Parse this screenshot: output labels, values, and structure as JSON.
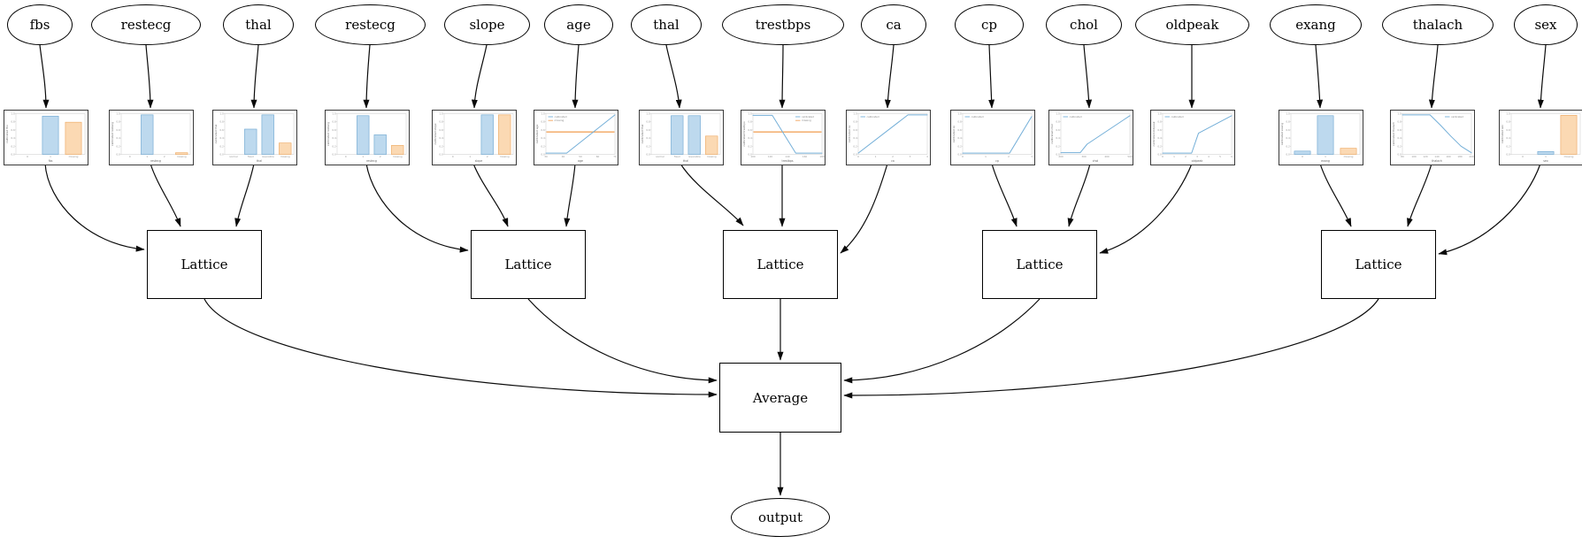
{
  "diagram": {
    "features": [
      {
        "id": "fbs",
        "label": "fbs"
      },
      {
        "id": "restecg-1",
        "label": "restecg"
      },
      {
        "id": "thal-1",
        "label": "thal"
      },
      {
        "id": "restecg-2",
        "label": "restecg"
      },
      {
        "id": "slope",
        "label": "slope"
      },
      {
        "id": "age",
        "label": "age"
      },
      {
        "id": "thal-2",
        "label": "thal"
      },
      {
        "id": "trestbps",
        "label": "trestbps"
      },
      {
        "id": "ca",
        "label": "ca"
      },
      {
        "id": "cp",
        "label": "cp"
      },
      {
        "id": "chol",
        "label": "chol"
      },
      {
        "id": "oldpeak",
        "label": "oldpeak"
      },
      {
        "id": "exang",
        "label": "exang"
      },
      {
        "id": "thalach",
        "label": "thalach"
      },
      {
        "id": "sex",
        "label": "sex"
      }
    ],
    "lattices": [
      {
        "label": "Lattice"
      },
      {
        "label": "Lattice"
      },
      {
        "label": "Lattice"
      },
      {
        "label": "Lattice"
      },
      {
        "label": "Lattice"
      }
    ],
    "combiner": {
      "label": "Average"
    },
    "output": {
      "label": "output"
    },
    "groups": [
      {
        "lattice": 0,
        "inputs": [
          "fbs",
          "restecg-1",
          "thal-1"
        ]
      },
      {
        "lattice": 1,
        "inputs": [
          "restecg-2",
          "slope",
          "age"
        ]
      },
      {
        "lattice": 2,
        "inputs": [
          "thal-2",
          "trestbps",
          "ca"
        ]
      },
      {
        "lattice": 3,
        "inputs": [
          "cp",
          "chol",
          "oldpeak"
        ]
      },
      {
        "lattice": 4,
        "inputs": [
          "exang",
          "thalach",
          "sex"
        ]
      }
    ]
  },
  "colors": {
    "blue_fill": "#bdd9ee",
    "blue_stroke": "#6aa4cf",
    "orange_fill": "#fbd9b3",
    "orange_stroke": "#eda55c",
    "blue_line": "#74afd8",
    "orange_line": "#f2a45e",
    "edge": "#0a0a0a"
  },
  "chart_data": [
    {
      "feature": "fbs",
      "type": "bar",
      "ylabel": "calibrated fbs",
      "xlabel": "fbs",
      "ylim": [
        0,
        1
      ],
      "yticks": [
        "0.0",
        "0.2",
        "0.4",
        "0.6",
        "0.8",
        "1.0"
      ],
      "categories": [
        "0",
        "1",
        "missing"
      ],
      "values": [
        null,
        0.94,
        0.79
      ],
      "bar_colors": [
        null,
        "blue",
        "orange"
      ]
    },
    {
      "feature": "restecg",
      "type": "bar",
      "ylabel": "calibrated restecg",
      "xlabel": "restecg",
      "ylim": [
        0,
        1
      ],
      "yticks": [
        "0.0",
        "0.2",
        "0.4",
        "0.6",
        "0.8",
        "1.0"
      ],
      "categories": [
        "0",
        "1",
        "2",
        "missing"
      ],
      "values": [
        null,
        0.97,
        null,
        0.04
      ],
      "bar_colors": [
        null,
        "blue",
        null,
        "orange"
      ]
    },
    {
      "feature": "thal",
      "type": "bar",
      "ylabel": "calibrated thal",
      "xlabel": "thal",
      "ylim": [
        0,
        1
      ],
      "yticks": [
        "0.0",
        "0.2",
        "0.4",
        "0.6",
        "0.8",
        "1.0"
      ],
      "categories": [
        "normal",
        "fixed",
        "reversible",
        "missing"
      ],
      "values": [
        null,
        0.62,
        0.97,
        0.28
      ],
      "bar_colors": [
        null,
        "blue",
        "blue",
        "orange"
      ]
    },
    {
      "feature": "restecg",
      "type": "bar",
      "ylabel": "calibrated restecg",
      "xlabel": "restecg",
      "ylim": [
        0,
        1
      ],
      "yticks": [
        "0.0",
        "0.2",
        "0.4",
        "0.6",
        "0.8",
        "1.0"
      ],
      "categories": [
        "0",
        "1",
        "2",
        "missing"
      ],
      "values": [
        null,
        0.95,
        0.48,
        0.22
      ],
      "bar_colors": [
        null,
        "blue",
        "blue",
        "orange"
      ]
    },
    {
      "feature": "slope",
      "type": "bar",
      "ylabel": "calibrated slope",
      "xlabel": "slope",
      "ylim": [
        0,
        1
      ],
      "yticks": [
        "0.0",
        "0.2",
        "0.4",
        "0.6",
        "0.8",
        "1.0"
      ],
      "categories": [
        "0",
        "1",
        "2",
        "missing"
      ],
      "values": [
        null,
        null,
        0.97,
        0.97
      ],
      "bar_colors": [
        null,
        null,
        "blue",
        "orange"
      ]
    },
    {
      "feature": "age",
      "type": "line",
      "ylabel": "calibrated age",
      "xlabel": "age",
      "ylim": [
        0,
        1
      ],
      "yticks": [
        "0.0",
        "0.2",
        "0.4",
        "0.6",
        "0.8",
        "1.0"
      ],
      "xticks": [
        "30",
        "40",
        "50",
        "60",
        "70"
      ],
      "points": [
        [
          0,
          0.03
        ],
        [
          0.3,
          0.03
        ],
        [
          1,
          0.97
        ]
      ],
      "missing_value": 0.55,
      "legend": {
        "position": "nw",
        "entries": [
          {
            "label": "calibrated",
            "color": "blue"
          },
          {
            "label": "missing",
            "color": "orange"
          }
        ]
      }
    },
    {
      "feature": "thal",
      "type": "bar",
      "ylabel": "calibrated thal",
      "xlabel": "thal",
      "ylim": [
        0,
        1
      ],
      "yticks": [
        "0.0",
        "0.2",
        "0.4",
        "0.6",
        "0.8",
        "1.0"
      ],
      "categories": [
        "normal",
        "fixed",
        "reversible",
        "missing"
      ],
      "values": [
        null,
        0.95,
        0.95,
        0.45
      ],
      "bar_colors": [
        null,
        "blue",
        "blue",
        "orange"
      ]
    },
    {
      "feature": "trestbps",
      "type": "line",
      "ylabel": "calibrated trestbps",
      "xlabel": "trestbps",
      "ylim": [
        0,
        1
      ],
      "yticks": [
        "0.0",
        "0.2",
        "0.4",
        "0.6",
        "0.8",
        "1.0"
      ],
      "xticks": [
        "100",
        "120",
        "140",
        "160",
        "180"
      ],
      "points": [
        [
          0,
          0.96
        ],
        [
          0.28,
          0.96
        ],
        [
          0.62,
          0.03
        ],
        [
          1,
          0.03
        ]
      ],
      "missing_value": 0.55,
      "legend": {
        "position": "ne",
        "entries": [
          {
            "label": "calibrated",
            "color": "blue"
          },
          {
            "label": "missing",
            "color": "orange"
          }
        ]
      }
    },
    {
      "feature": "ca",
      "type": "line",
      "ylabel": "calibrated ca",
      "xlabel": "ca",
      "ylim": [
        0,
        1
      ],
      "yticks": [
        "0.0",
        "0.2",
        "0.4",
        "0.6",
        "0.8",
        "1.0"
      ],
      "xticks": [
        "0",
        "1",
        "2",
        "3",
        "4"
      ],
      "points": [
        [
          0,
          0.03
        ],
        [
          0.72,
          0.97
        ],
        [
          1,
          0.97
        ]
      ],
      "legend": {
        "position": "nw",
        "entries": [
          {
            "label": "calibrated",
            "color": "blue"
          }
        ]
      }
    },
    {
      "feature": "cp",
      "type": "line",
      "ylabel": "calibrated cp",
      "xlabel": "cp",
      "ylim": [
        0,
        1
      ],
      "yticks": [
        "0.0",
        "0.2",
        "0.4",
        "0.6",
        "0.8",
        "1.0"
      ],
      "xticks": [
        "0",
        "1",
        "2",
        "3"
      ],
      "points": [
        [
          0,
          0.03
        ],
        [
          0.68,
          0.03
        ],
        [
          1,
          0.93
        ]
      ],
      "legend": {
        "position": "nw",
        "entries": [
          {
            "label": "calibrated",
            "color": "blue"
          }
        ]
      }
    },
    {
      "feature": "chol",
      "type": "line",
      "ylabel": "calibrated chol",
      "xlabel": "chol",
      "ylim": [
        0,
        1
      ],
      "yticks": [
        "0.0",
        "0.2",
        "0.4",
        "0.6",
        "0.8",
        "1.0"
      ],
      "xticks": [
        "200",
        "300",
        "400",
        "500"
      ],
      "points": [
        [
          0,
          0.04
        ],
        [
          0.28,
          0.04
        ],
        [
          0.38,
          0.25
        ],
        [
          1,
          0.95
        ]
      ],
      "legend": {
        "position": "nw",
        "entries": [
          {
            "label": "calibrated",
            "color": "blue"
          }
        ]
      }
    },
    {
      "feature": "oldpeak",
      "type": "line",
      "ylabel": "calibrated oldpeak",
      "xlabel": "oldpeak",
      "ylim": [
        0,
        1
      ],
      "yticks": [
        "0.0",
        "0.2",
        "0.4",
        "0.6",
        "0.8",
        "1.0"
      ],
      "xticks": [
        "0",
        "1",
        "2",
        "3",
        "4",
        "5",
        "6"
      ],
      "points": [
        [
          0,
          0.03
        ],
        [
          0.42,
          0.03
        ],
        [
          0.52,
          0.52
        ],
        [
          1,
          0.95
        ]
      ],
      "legend": {
        "position": "nw",
        "entries": [
          {
            "label": "calibrated",
            "color": "blue"
          }
        ]
      }
    },
    {
      "feature": "exang",
      "type": "bar",
      "ylabel": "calibrated exang",
      "xlabel": "exang",
      "ylim": [
        0,
        1
      ],
      "yticks": [
        "0.0",
        "0.2",
        "0.4",
        "0.6",
        "0.8",
        "1.0"
      ],
      "categories": [
        "0",
        "1",
        "missing"
      ],
      "values": [
        0.08,
        0.95,
        0.15
      ],
      "bar_colors": [
        "blue",
        "blue",
        "orange"
      ]
    },
    {
      "feature": "thalach",
      "type": "line",
      "ylabel": "calibrated thalach",
      "xlabel": "thalach",
      "ylim": [
        0,
        1
      ],
      "yticks": [
        "0.0",
        "0.2",
        "0.4",
        "0.6",
        "0.8",
        "1.0"
      ],
      "xticks": [
        "80",
        "100",
        "120",
        "140",
        "160",
        "180",
        "200"
      ],
      "points": [
        [
          0,
          0.97
        ],
        [
          0.4,
          0.97
        ],
        [
          0.55,
          0.72
        ],
        [
          0.7,
          0.45
        ],
        [
          0.85,
          0.2
        ],
        [
          1,
          0.04
        ]
      ],
      "legend": {
        "position": "ne",
        "entries": [
          {
            "label": "calibrated",
            "color": "blue"
          }
        ]
      }
    },
    {
      "feature": "sex",
      "type": "bar",
      "ylabel": "calibrated sex",
      "xlabel": "sex",
      "ylim": [
        0,
        1
      ],
      "yticks": [
        "0.0",
        "0.2",
        "0.4",
        "0.6",
        "0.8",
        "1.0"
      ],
      "categories": [
        "0",
        "1",
        "missing"
      ],
      "values": [
        null,
        0.07,
        0.96
      ],
      "bar_colors": [
        null,
        "blue",
        "orange"
      ]
    }
  ]
}
